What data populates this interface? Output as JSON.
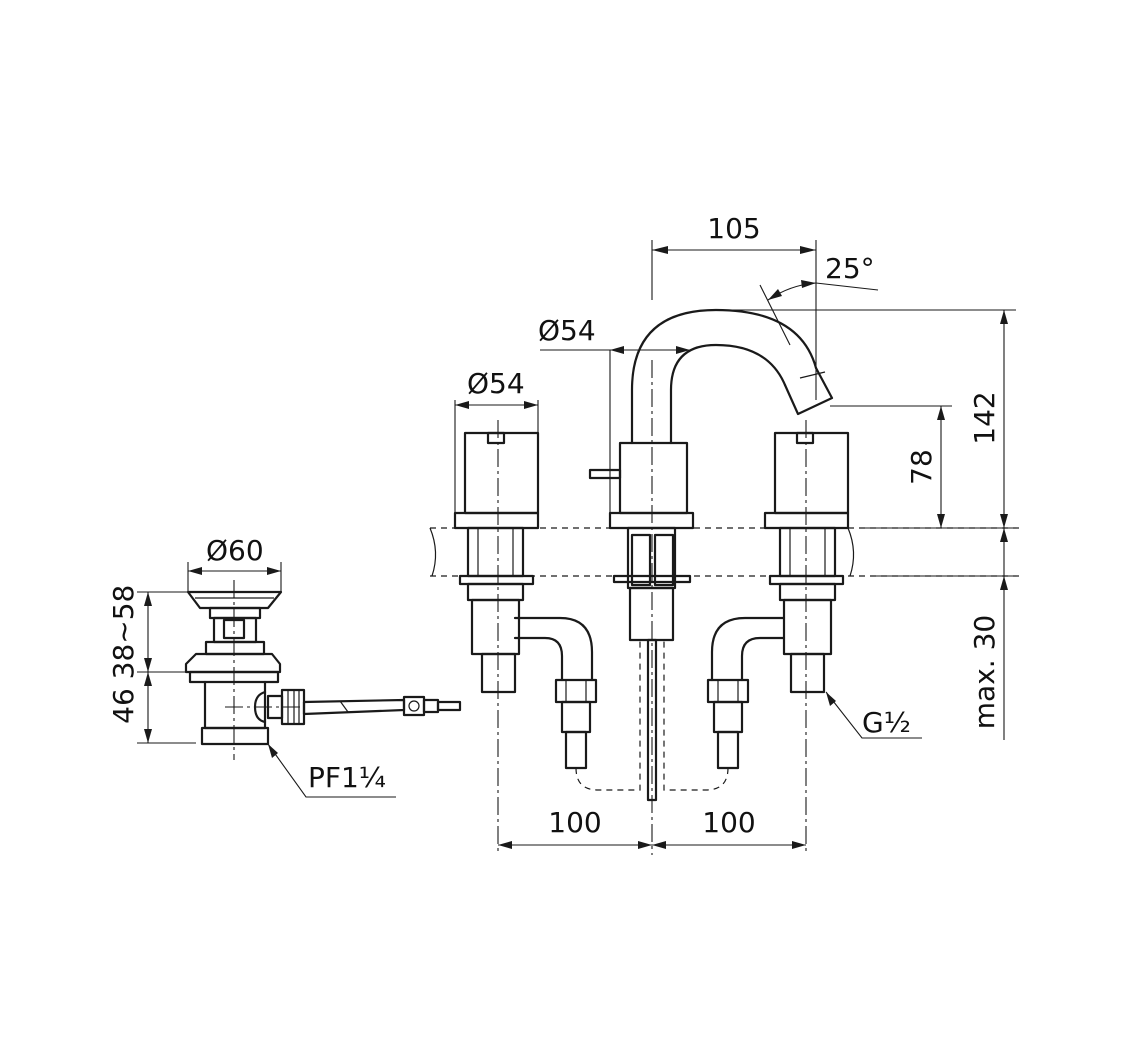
{
  "drawing": {
    "dimensions": {
      "spout_reach": "105",
      "spout_angle": "25°",
      "spout_diameter": "Ø54",
      "handle_diameter": "Ø54",
      "drain_diameter": "Ø60",
      "overall_height": "142",
      "spout_outlet_height": "78",
      "deck_thickness": "max. 30",
      "left_spacing": "100",
      "right_spacing": "100",
      "connection_thread": "G½",
      "drain_height_upper": "38~58",
      "drain_height_lower": "46",
      "drain_thread": "PF1¼"
    }
  }
}
